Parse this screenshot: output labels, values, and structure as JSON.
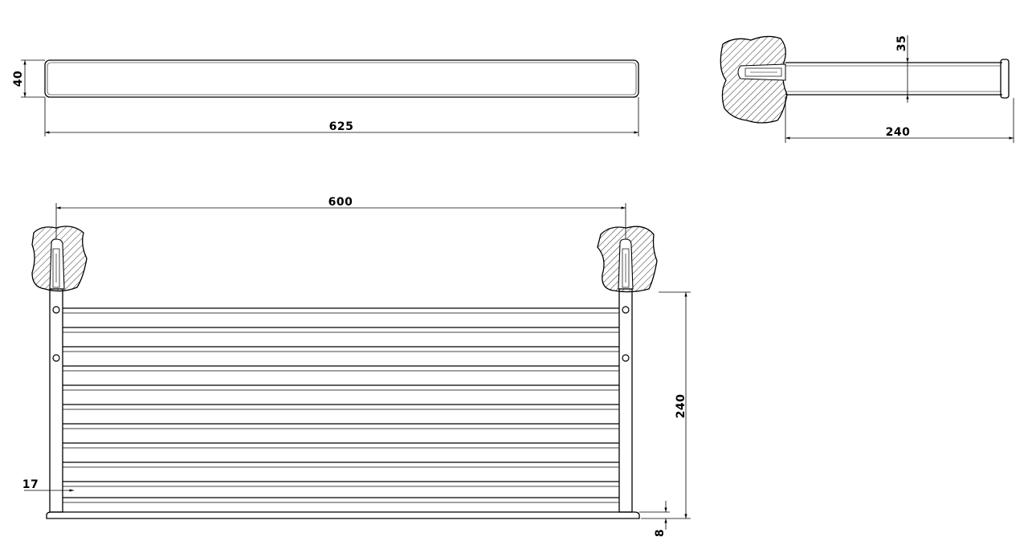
{
  "dimensions": {
    "top_view_height": "40",
    "top_view_length": "625",
    "side_view_height": "35",
    "side_view_depth": "240",
    "front_view_span": "600",
    "front_view_depth": "240",
    "front_view_offset": "17",
    "front_view_base": "8"
  },
  "colors": {
    "line": "#000000",
    "background": "#ffffff"
  }
}
